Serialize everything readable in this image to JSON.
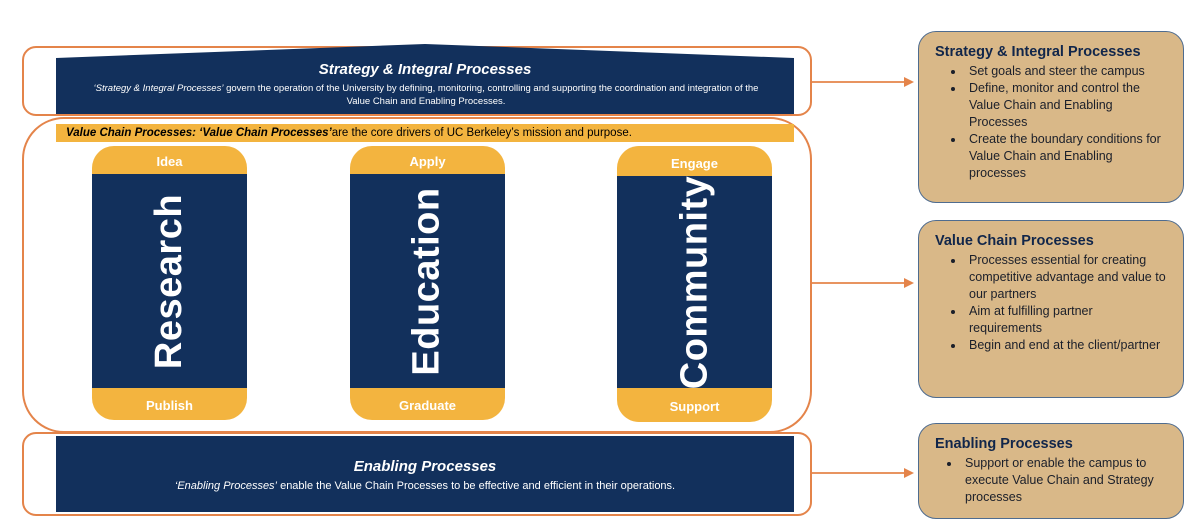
{
  "strategy": {
    "title": "Strategy & Integral Processes",
    "desc_em": "‘Strategy & Integral Processes’",
    "desc_rest": " govern the operation of the University by defining, monitoring, controlling and supporting the coordination and integration of the Value Chain and Enabling Processes."
  },
  "value_chain": {
    "banner_label": "Value Chain Processes:",
    "banner_em": "‘Value Chain Processes’",
    "banner_rest": " are the core drivers of UC Berkeley’s mission and purpose.",
    "columns": [
      {
        "top": "Idea",
        "word": "Research",
        "bottom": "Publish"
      },
      {
        "top": "Apply",
        "word": "Education",
        "bottom": "Graduate"
      },
      {
        "top": "Engage",
        "word": "Community",
        "bottom": "Support"
      }
    ]
  },
  "enabling": {
    "title": "Enabling Processes",
    "desc_em": "‘Enabling Processes’",
    "desc_rest": " enable the Value Chain Processes to be effective and efficient in their operations."
  },
  "side_boxes": [
    {
      "title": "Strategy & Integral Processes",
      "items": [
        "Set goals and steer the campus",
        "Define, monitor and control the Value Chain and Enabling Processes",
        "Create the boundary conditions for Value Chain and Enabling processes"
      ]
    },
    {
      "title": "Value Chain Processes",
      "items": [
        "Processes essential for creating competitive advantage and value to our partners",
        "Aim at fulfilling partner requirements",
        "Begin and end at the client/partner"
      ]
    },
    {
      "title": "Enabling Processes",
      "items": [
        "Support or enable the campus to execute Value Chain and Strategy processes"
      ]
    }
  ],
  "colors": {
    "navy": "#12305c",
    "gold": "#f3b43f",
    "orange_outline": "#e4844a",
    "tan_box": "#d9b888"
  }
}
